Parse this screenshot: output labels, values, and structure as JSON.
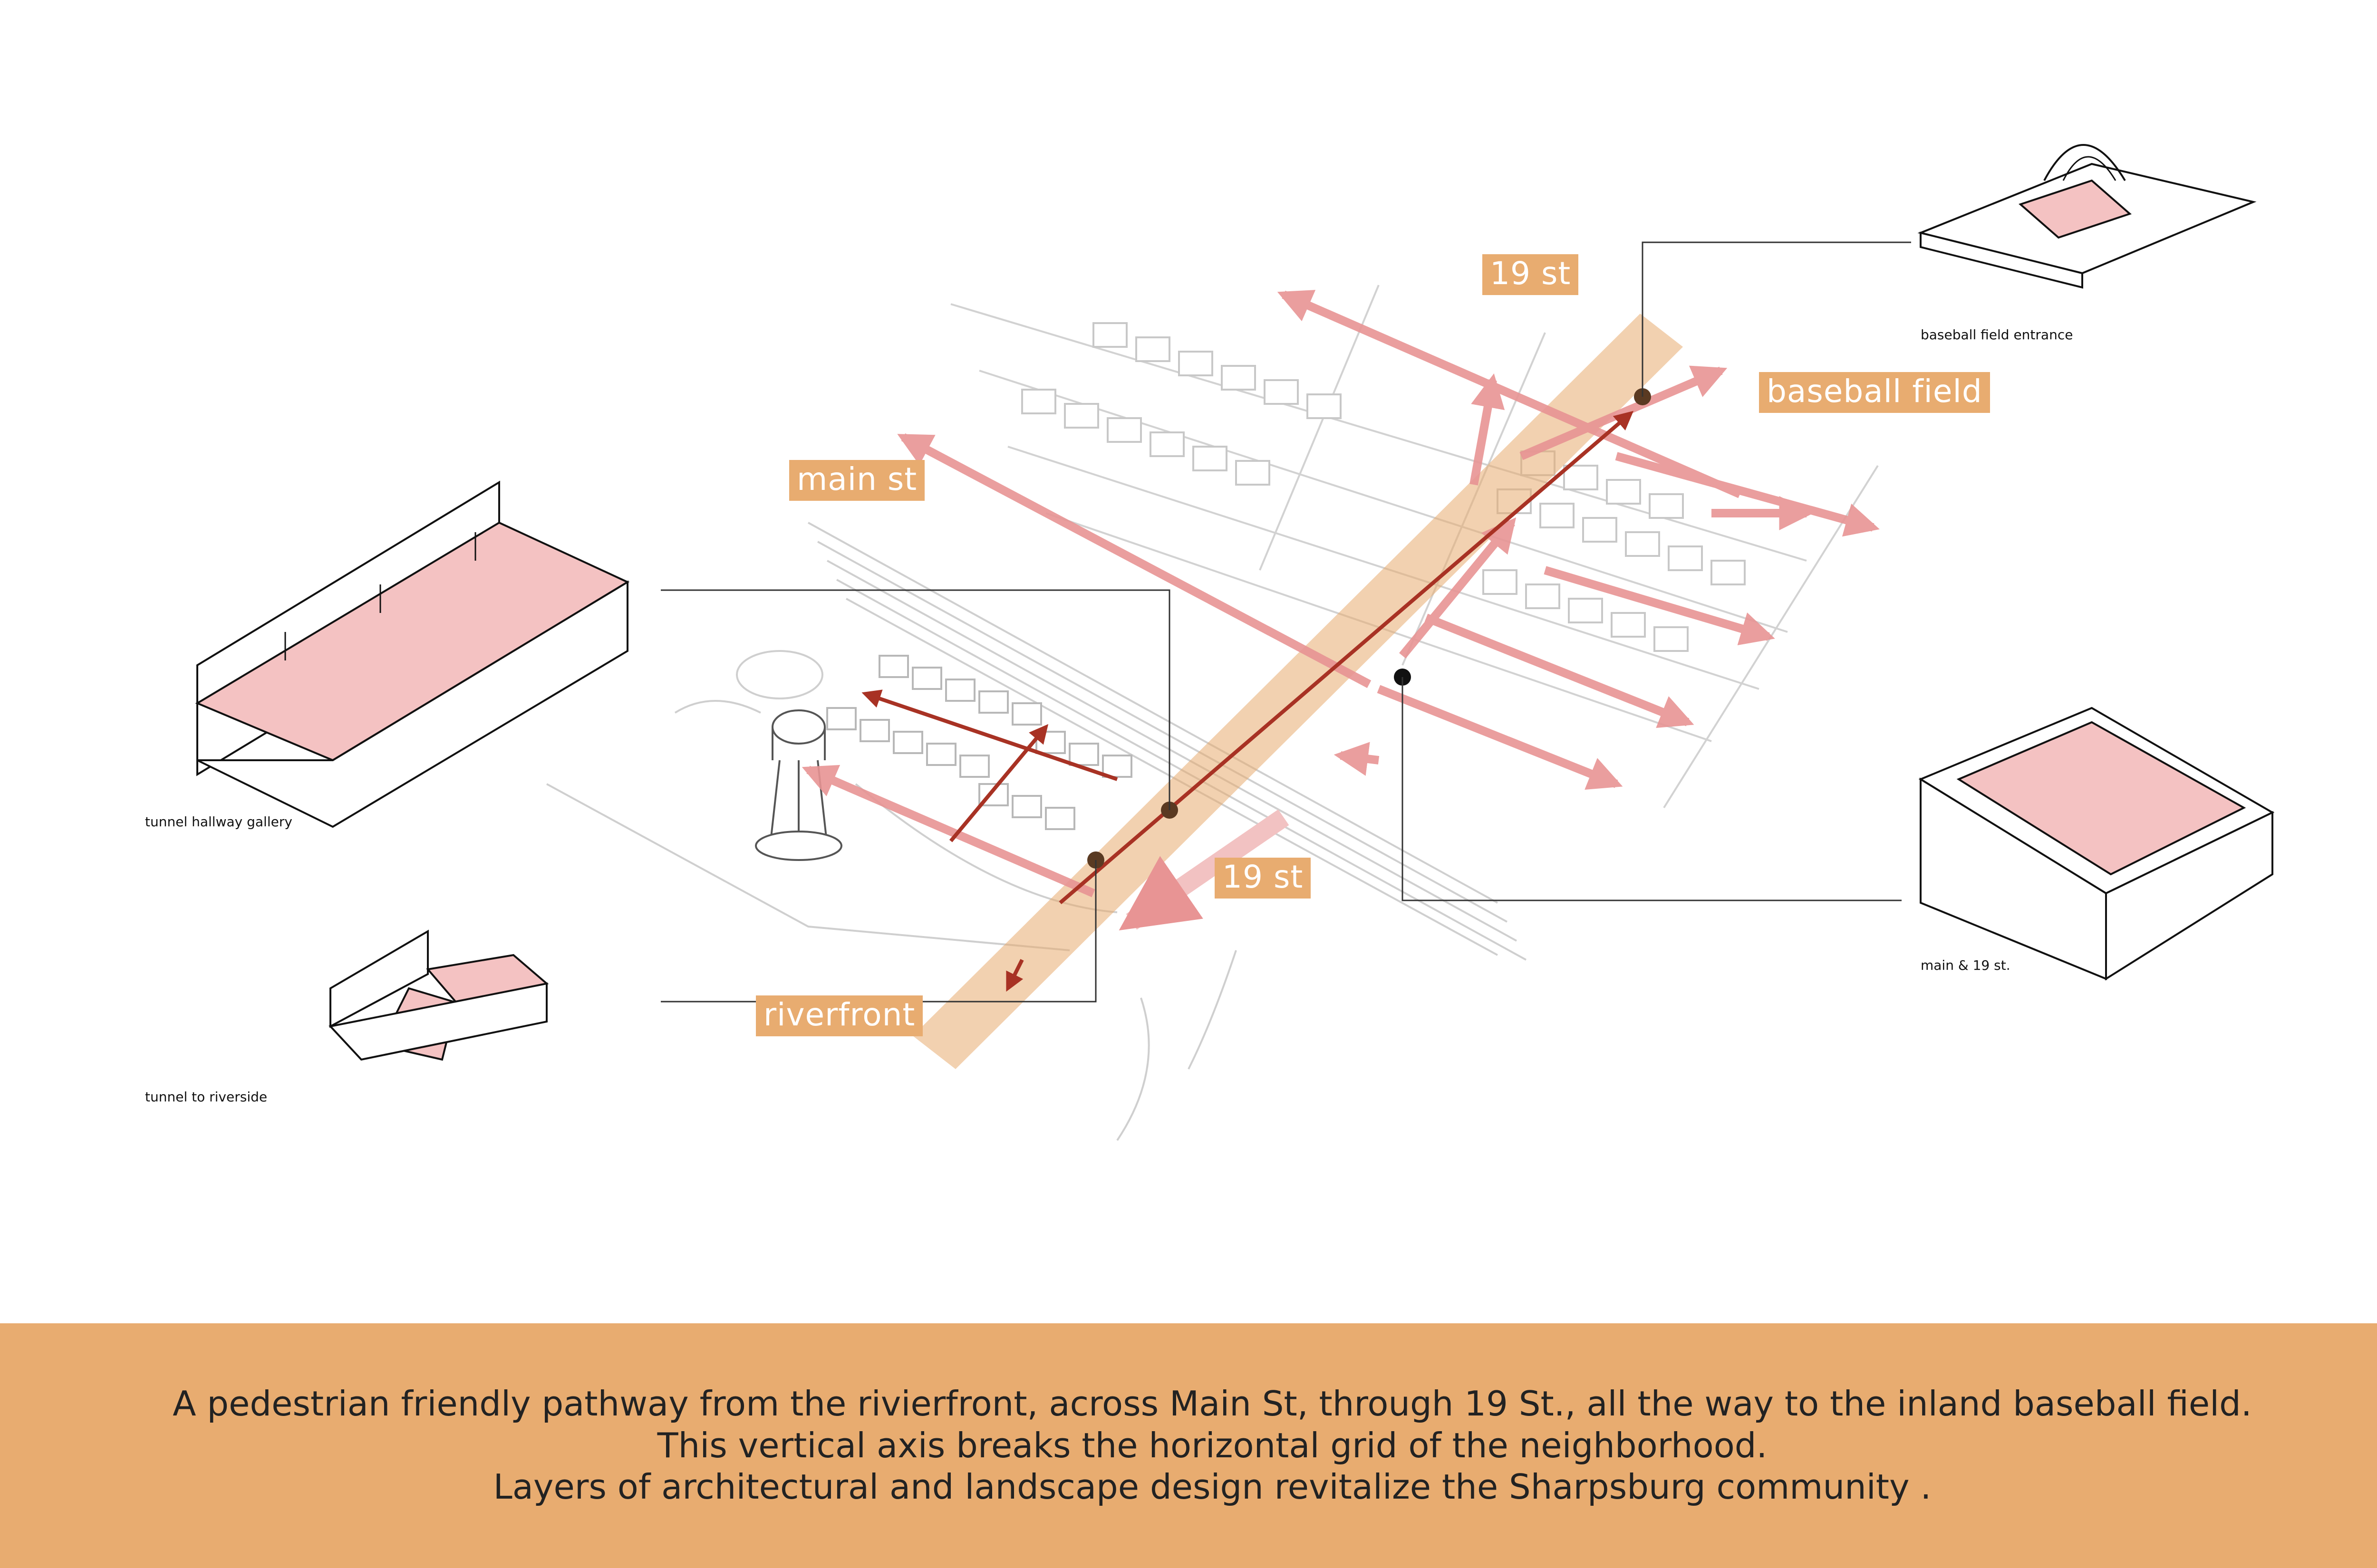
{
  "labels": {
    "nineteen_st_top": "19 st",
    "baseball_field": "baseball field",
    "main_st": "main st",
    "nineteen_st_mid": "19 st",
    "riverfront": "riverfront"
  },
  "captions": {
    "baseball_entrance": "baseball field entrance",
    "tunnel_hallway": "tunnel hallway gallery",
    "main_19": "main & 19 st.",
    "tunnel_riverside": "tunnel to riverside"
  },
  "footer": {
    "line1": "A pedestrian friendly pathway from the rivierfront, across Main St, through 19 St., all the way to the inland baseball field.",
    "line2": "This vertical axis breaks the horizontal grid of the neighborhood.",
    "line3": "Layers of architectural and landscape design revitalize the Sharpsburg community ."
  },
  "colors": {
    "accent_orange": "#e8ac70",
    "arrow_pink": "#e89494",
    "arrow_dark_red": "#a83224",
    "highlight_pink": "#f2c2c2",
    "linework": "#c8c8c8"
  }
}
